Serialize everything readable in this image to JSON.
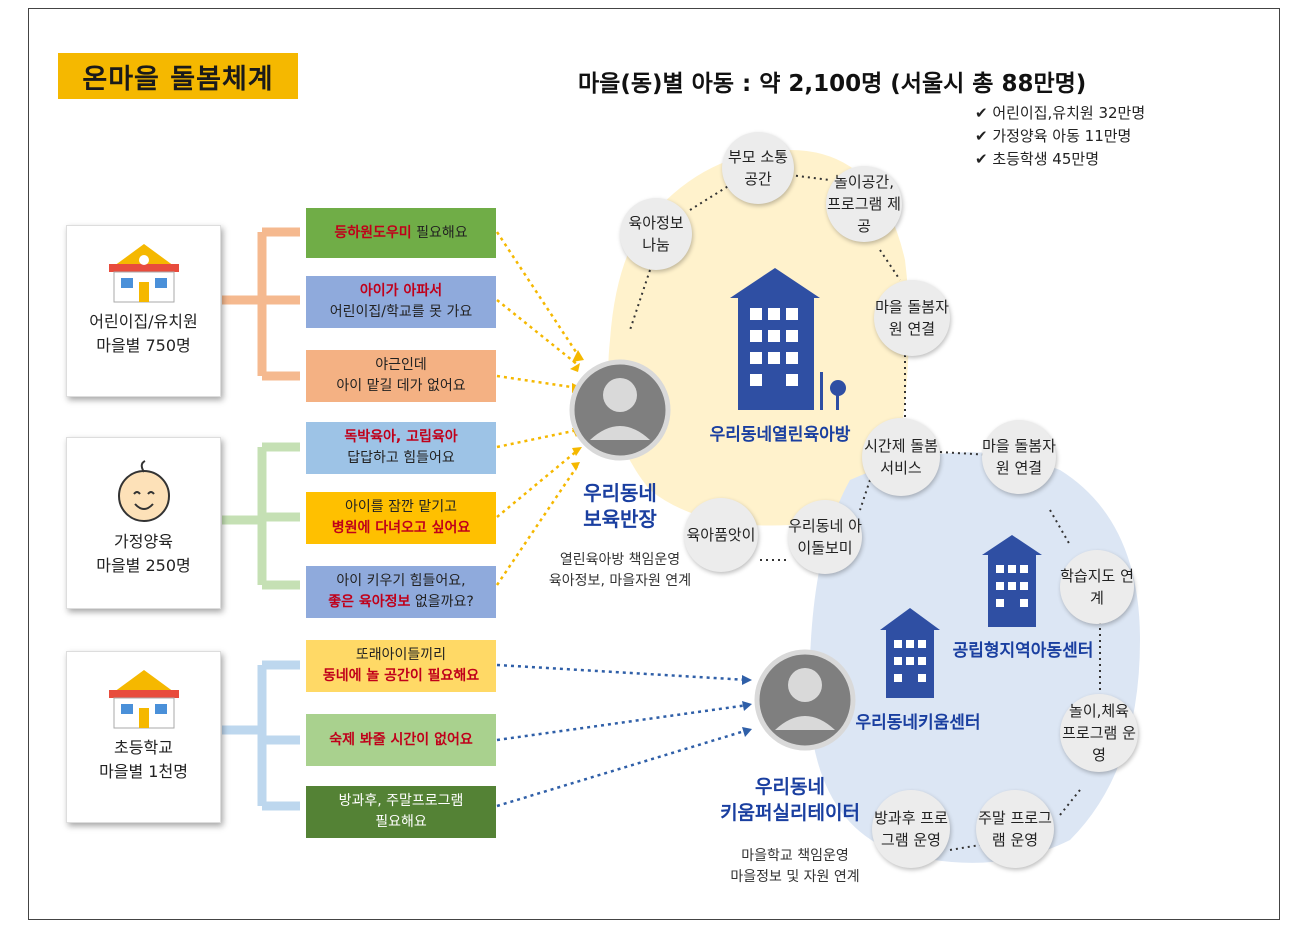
{
  "title": "온마을 돌봄체계",
  "stats": {
    "headline": "마을(동)별 아동 : 약 2,100명  (서울시 총 88만명)",
    "checks": [
      "✔ 어린이집,유치원 32만명",
      "✔ 가정양육 아동     11만명",
      "✔ 초등학생               45만명"
    ]
  },
  "groups": [
    {
      "line1": "어린이집/유치원",
      "line2": "마을별 750명"
    },
    {
      "line1": "가정양육",
      "line2": "마을별 250명"
    },
    {
      "line1": "초등학교",
      "line2": "마을별  1천명"
    }
  ],
  "needs": [
    {
      "emph": "등하원도우미",
      "text": " 필요해요",
      "color": "#70ad47"
    },
    {
      "emph": "아이가 아파서",
      "text": "어린이집/학교를 못 가요",
      "color": "#8faadc"
    },
    {
      "emph": "",
      "text": "야근인데",
      "text2": "아이 맡길 데가 없어요",
      "color": "#f4b183"
    },
    {
      "emph": "독박육아, 고립육아",
      "text": "답답하고 힘들어요",
      "color": "#9dc3e6"
    },
    {
      "emph": "병원에 다녀오고 싶어요",
      "text": "아이를 잠깐 맡기고",
      "color": "#ffc000"
    },
    {
      "emph": "좋은 육아정보",
      "text": "아이 키우기 힘들어요,",
      "text2": " 없을까요?",
      "color": "#8faadc"
    },
    {
      "emph": "동네에 놀 공간이 필요해요",
      "text": "또래아이들끼리",
      "color": "#ffd966"
    },
    {
      "emph": "숙제 봐줄 시간이 없어요",
      "text": "",
      "color": "#a9d18e"
    },
    {
      "emph": "",
      "text": "방과후, 주말프로그램",
      "text2": "필요해요",
      "color": "#548235"
    }
  ],
  "upper_center": {
    "manager_title1": "우리동네",
    "manager_title2": "보육반장",
    "manager_desc1": "열린육아방 책임운영",
    "manager_desc2": "육아정보, 마을자원 연계",
    "building_label": "우리동네열린육아방",
    "nodes": [
      "부모 소통공간",
      "놀이공간, 프로그램 제공",
      "육아정보 나눔",
      "마을 돌봄자원 연결",
      "시간제 돌봄서비스",
      "우리동네 아이돌보미",
      "육아품앗이"
    ]
  },
  "lower_center": {
    "manager_title1": "우리동네",
    "manager_title2": "키움퍼실리테이터",
    "manager_desc1": "마을학교 책임운영",
    "manager_desc2": "마을정보 및 자원 연계",
    "building_label1": "공립형지역아동센터",
    "building_label2": "우리동네키움센터",
    "nodes": [
      "마을 돌봄자원 연결",
      "학습지도 연계",
      "놀이,체육 프로그램 운영",
      "주말 프로그램 운영",
      "방과후 프로그램 운영"
    ]
  }
}
